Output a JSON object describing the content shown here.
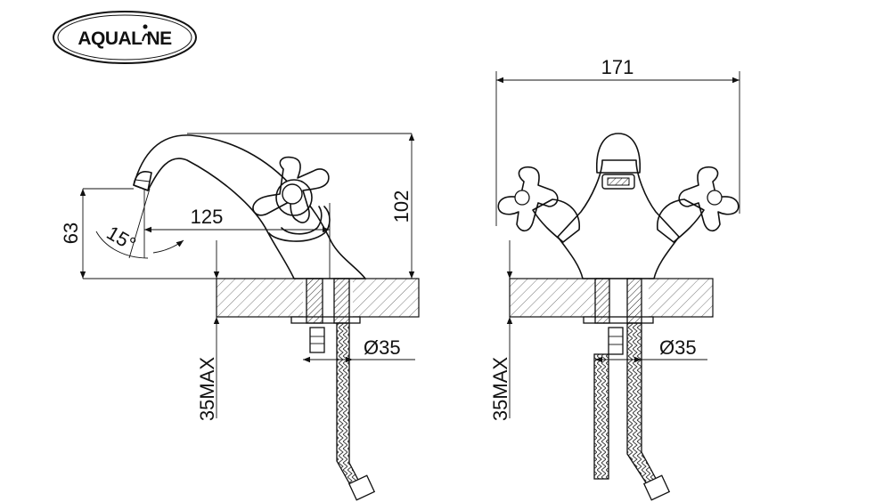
{
  "brand": {
    "name": "AQUALINE",
    "logo_text": "AQUAL NE"
  },
  "colors": {
    "line": "#111111",
    "background": "#ffffff"
  },
  "dimensions": {
    "overall_width": "171",
    "spout_reach": "125",
    "total_height": "102",
    "spout_height": "63",
    "spout_angle": "15°",
    "hole_diameter": "Ø35",
    "max_counter_thickness_side": "35MAX",
    "max_counter_thickness_front": "35MAX",
    "hole_diameter_front": "Ø35"
  }
}
